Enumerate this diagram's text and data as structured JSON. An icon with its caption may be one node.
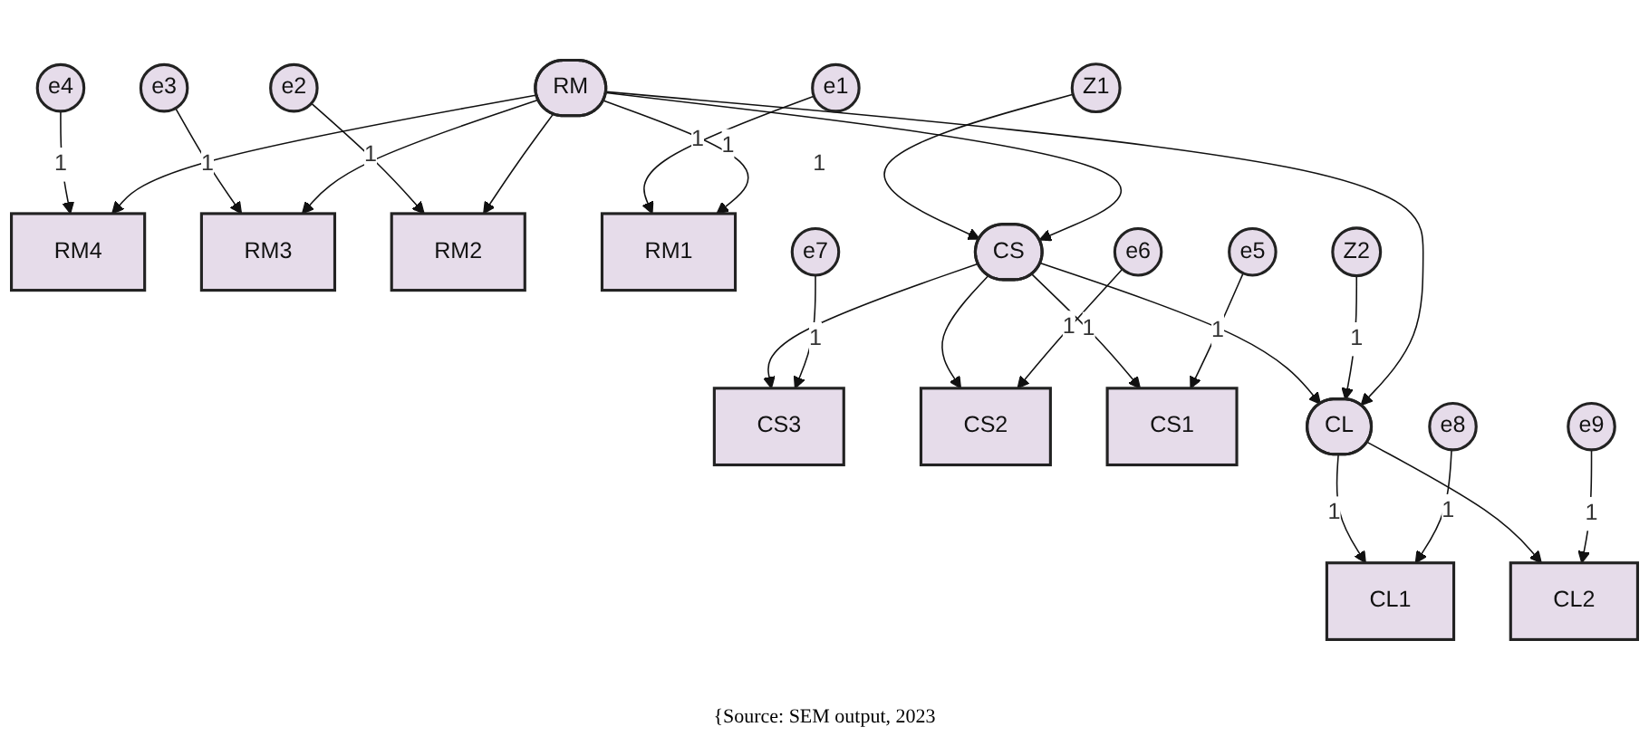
{
  "diagram": {
    "caption": "{Source: SEM output, 2023",
    "nodes": [
      {
        "text": [
          "Z1"
        ]
      },
      {
        "text": [
          "CS"
        ]
      },
      {
        "text": [
          "CS3"
        ]
      },
      {
        "text": [
          "CS2"
        ]
      },
      {
        "text": [
          "CS1"
        ]
      },
      {
        "text": [
          "Z2"
        ]
      },
      {
        "text": [
          "e4"
        ]
      },
      {
        "text": [
          "RM4"
        ]
      },
      {
        "text": [
          "e7"
        ]
      },
      {
        "text": [
          "e6"
        ]
      },
      {
        "text": [
          "e5"
        ]
      },
      {
        "text": [
          "e3"
        ]
      },
      {
        "text": [
          "RM3"
        ]
      },
      {
        "text": [
          "RM"
        ]
      },
      {
        "text": [
          "CL"
        ]
      },
      {
        "text": [
          "CL1"
        ]
      },
      {
        "text": [
          "e8"
        ]
      },
      {
        "text": [
          "e2"
        ]
      },
      {
        "text": [
          "RM2"
        ]
      },
      {
        "text": [
          "CL2"
        ]
      },
      {
        "text": [
          "e9"
        ]
      },
      {
        "text": [
          "e1"
        ]
      },
      {
        "text": [
          "RM1"
        ]
      }
    ],
    "edges": [
      {
        "from": 0,
        "to": 1,
        "arrow": "to",
        "label": "1"
      },
      {
        "from": 13,
        "to": 1,
        "arrow": "to"
      },
      {
        "from": 1,
        "to": 2,
        "arrow": "to"
      },
      {
        "from": 1,
        "to": 3,
        "arrow": "to"
      },
      {
        "from": 1,
        "to": 4,
        "arrow": "to",
        "label": "1"
      },
      {
        "from": 1,
        "to": 14,
        "arrow": "to"
      },
      {
        "from": 8,
        "to": 2,
        "arrow": "to",
        "label": "1"
      },
      {
        "from": 9,
        "to": 3,
        "arrow": "to",
        "label": "1"
      },
      {
        "from": 10,
        "to": 4,
        "arrow": "to",
        "label": "1"
      },
      {
        "from": 5,
        "to": 14,
        "arrow": "to",
        "label": "1"
      },
      {
        "from": 6,
        "to": 7,
        "arrow": "to",
        "label": "1"
      },
      {
        "from": 11,
        "to": 12,
        "arrow": "to",
        "label": "1"
      },
      {
        "from": 17,
        "to": 18,
        "arrow": "to",
        "label": "1"
      },
      {
        "from": 21,
        "to": 22,
        "arrow": "to",
        "label": "1"
      },
      {
        "from": 13,
        "to": 7,
        "arrow": "to"
      },
      {
        "from": 13,
        "to": 12,
        "arrow": "to"
      },
      {
        "from": 13,
        "to": 18,
        "arrow": "to"
      },
      {
        "from": 13,
        "to": 22,
        "arrow": "to",
        "label": "1"
      },
      {
        "from": 13,
        "to": 14,
        "arrow": "to"
      },
      {
        "from": 14,
        "to": 15,
        "arrow": "to",
        "label": "1"
      },
      {
        "from": 14,
        "to": 19,
        "arrow": "to"
      },
      {
        "from": 16,
        "to": 15,
        "arrow": "to",
        "label": "1"
      },
      {
        "from": 20,
        "to": 19,
        "arrow": "to",
        "label": "1"
      }
    ]
  }
}
